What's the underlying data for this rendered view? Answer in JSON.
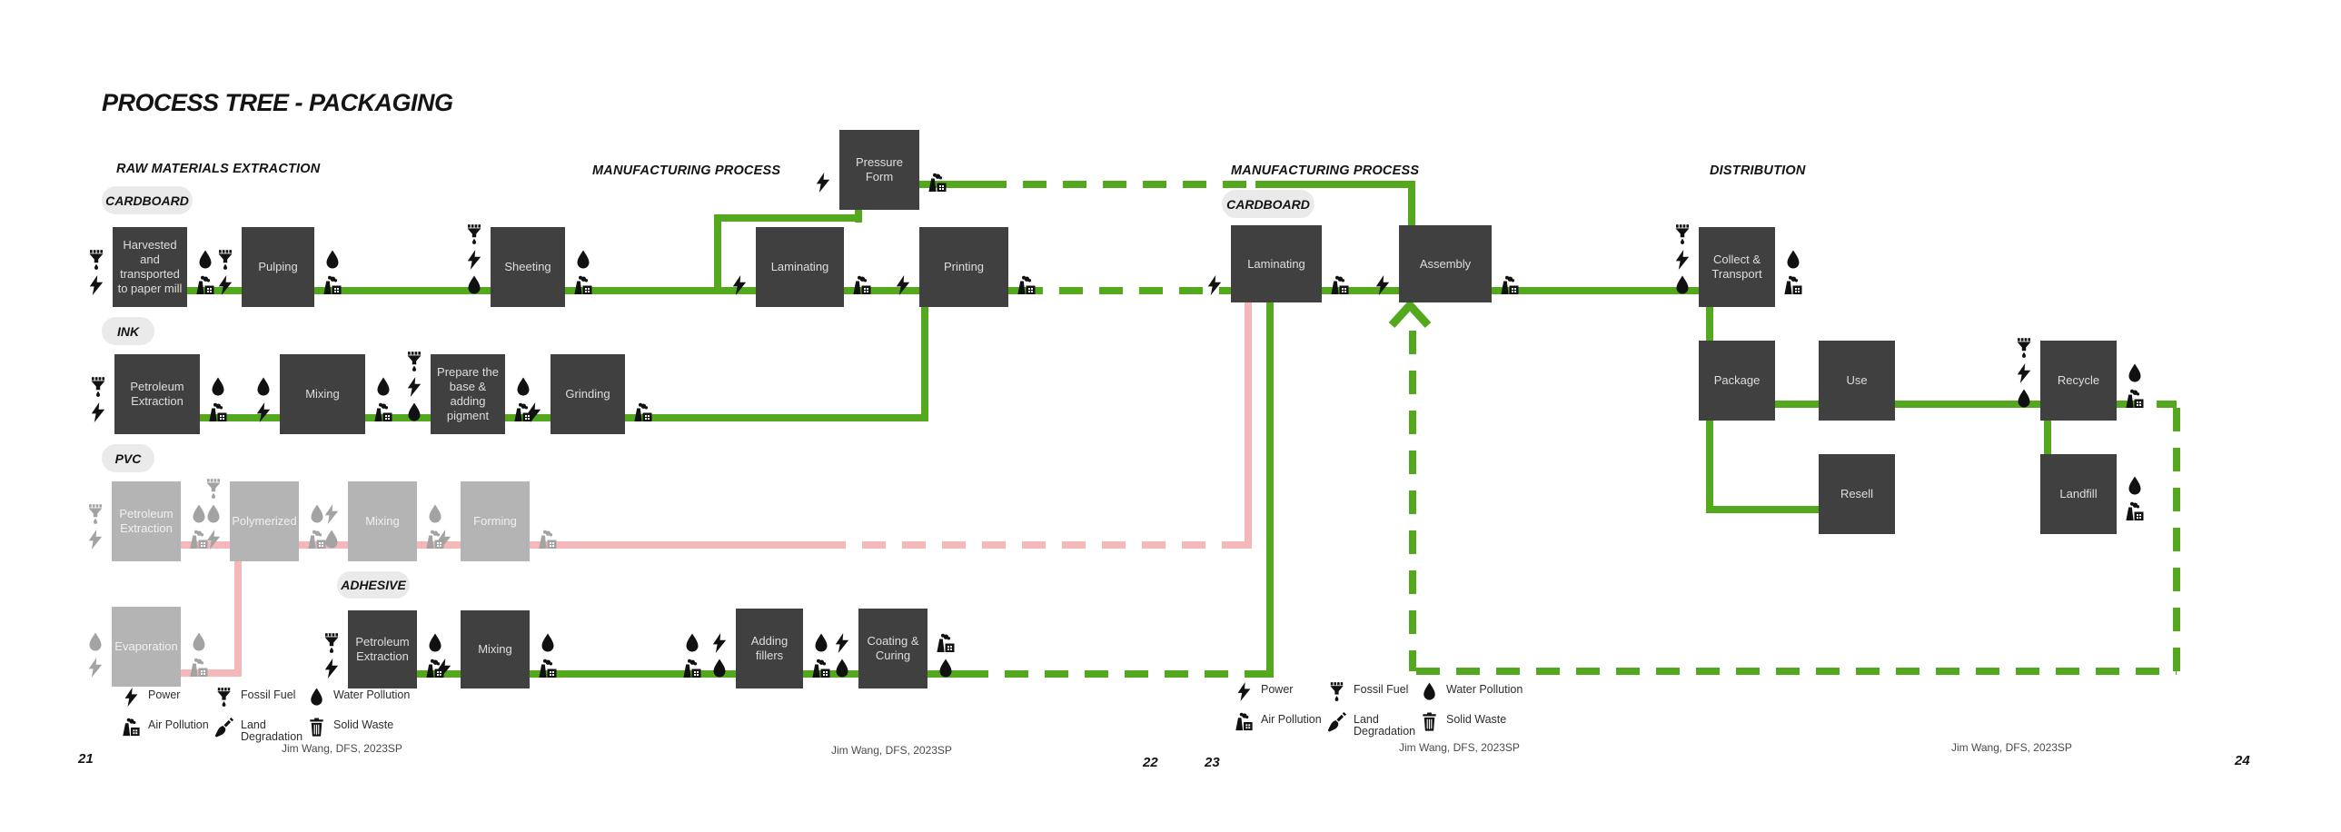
{
  "title": "PROCESS TREE - PACKAGING",
  "colors": {
    "flow_green": "#53a81e",
    "flow_pink": "#f5b8ba",
    "node_dark": "#404040",
    "node_inactive": "#b4b4b4",
    "pill_bg": "#eaeaea",
    "text_dark": "#141414"
  },
  "sections": [
    {
      "id": "raw-materials",
      "label": "RAW MATERIALS EXTRACTION"
    },
    {
      "id": "manufacturing-1",
      "label": "MANUFACTURING PROCESS"
    },
    {
      "id": "manufacturing-2",
      "label": "MANUFACTURING PROCESS"
    },
    {
      "id": "distribution",
      "label": "DISTRIBUTION"
    }
  ],
  "pills": [
    {
      "id": "cardboard-1",
      "label": "CARDBOARD"
    },
    {
      "id": "ink",
      "label": "INK"
    },
    {
      "id": "pvc",
      "label": "PVC"
    },
    {
      "id": "adhesive",
      "label": "ADHESIVE"
    },
    {
      "id": "cardboard-2",
      "label": "CARDBOARD"
    }
  ],
  "diagram": {
    "nodes": [
      {
        "id": "harvested",
        "label": "Harvested and transported to paper mill",
        "group": "cardboard",
        "state": "active",
        "inputs": [
          "fossil-fuel",
          "power"
        ],
        "outputs": [
          "water-pollution",
          "air-pollution"
        ]
      },
      {
        "id": "pulping",
        "label": "Pulping",
        "group": "cardboard",
        "state": "active",
        "inputs": [
          "fossil-fuel",
          "power"
        ],
        "outputs": [
          "water-pollution",
          "air-pollution"
        ]
      },
      {
        "id": "sheeting",
        "label": "Sheeting",
        "group": "cardboard",
        "state": "active",
        "inputs": [
          "fossil-fuel",
          "power",
          "water-pollution"
        ],
        "outputs": [
          "water-pollution",
          "air-pollution"
        ]
      },
      {
        "id": "pressure-form",
        "label": "Pressure Form",
        "group": "cardboard",
        "state": "active",
        "inputs": [
          "power"
        ],
        "outputs": [
          "air-pollution"
        ]
      },
      {
        "id": "laminating-1",
        "label": "Laminating",
        "group": "cardboard",
        "state": "active",
        "inputs": [
          "power"
        ],
        "outputs": [
          "air-pollution"
        ]
      },
      {
        "id": "printing",
        "label": "Printing",
        "group": "cardboard",
        "state": "active",
        "inputs": [
          "power"
        ],
        "outputs": [
          "air-pollution"
        ]
      },
      {
        "id": "ink-petroleum",
        "label": "Petroleum Extraction",
        "group": "ink",
        "state": "active",
        "inputs": [
          "fossil-fuel",
          "power"
        ],
        "outputs": [
          "water-pollution",
          "air-pollution"
        ]
      },
      {
        "id": "ink-mixing",
        "label": "Mixing",
        "group": "ink",
        "state": "active",
        "inputs": [
          "water-pollution",
          "power"
        ],
        "outputs": [
          "water-pollution",
          "air-pollution"
        ]
      },
      {
        "id": "ink-prepare",
        "label": "Prepare the base & adding pigment",
        "group": "ink",
        "state": "active",
        "inputs": [
          "fossil-fuel",
          "power",
          "water-pollution"
        ],
        "outputs": [
          "water-pollution",
          "air-pollution"
        ]
      },
      {
        "id": "ink-grinding",
        "label": "Grinding",
        "group": "ink",
        "state": "active",
        "inputs": [
          "power"
        ],
        "outputs": [
          "air-pollution"
        ]
      },
      {
        "id": "pvc-petroleum",
        "label": "Petroleum Extraction",
        "group": "pvc",
        "state": "inactive",
        "inputs": [
          "fossil-fuel",
          "power"
        ],
        "outputs": [
          "water-pollution",
          "air-pollution"
        ]
      },
      {
        "id": "pvc-polymerized",
        "label": "Polymerized",
        "group": "pvc",
        "state": "inactive",
        "inputs": [
          "fossil-fuel",
          "water-pollution",
          "power"
        ],
        "outputs": [
          "water-pollution",
          "air-pollution"
        ]
      },
      {
        "id": "pvc-mixing",
        "label": "Mixing",
        "group": "pvc",
        "state": "inactive",
        "inputs": [
          "power",
          "water-pollution"
        ],
        "outputs": [
          "water-pollution",
          "air-pollution"
        ]
      },
      {
        "id": "pvc-forming",
        "label": "Forming",
        "group": "pvc",
        "state": "inactive",
        "inputs": [
          "power"
        ],
        "outputs": [
          "air-pollution"
        ]
      },
      {
        "id": "pvc-evaporation",
        "label": "Evaporation",
        "group": "pvc",
        "state": "inactive",
        "inputs": [
          "water-pollution",
          "power"
        ],
        "outputs": [
          "water-pollution",
          "air-pollution"
        ]
      },
      {
        "id": "adh-petroleum",
        "label": "Petroleum Extraction",
        "group": "adhesive",
        "state": "active",
        "inputs": [
          "fossil-fuel",
          "power"
        ],
        "outputs": [
          "water-pollution",
          "air-pollution"
        ]
      },
      {
        "id": "adh-mixing",
        "label": "Mixing",
        "group": "adhesive",
        "state": "active",
        "inputs": [
          "power"
        ],
        "outputs": [
          "water-pollution",
          "air-pollution"
        ]
      },
      {
        "id": "adding-fillers",
        "label": "Adding fillers",
        "group": "adhesive",
        "state": "active",
        "inputs": [
          "water-pollution",
          "air-pollution",
          "power",
          "water-pollution"
        ],
        "outputs": [
          "water-pollution",
          "air-pollution"
        ]
      },
      {
        "id": "coating-curing",
        "label": "Coating & Curing",
        "group": "adhesive",
        "state": "active",
        "inputs": [
          "power",
          "water-pollution"
        ],
        "outputs": [
          "air-pollution",
          "water-pollution"
        ]
      },
      {
        "id": "laminating-2",
        "label": "Laminating",
        "group": "manufacturing-2",
        "state": "active",
        "inputs": [
          "power"
        ],
        "outputs": [
          "air-pollution"
        ]
      },
      {
        "id": "assembly",
        "label": "Assembly",
        "group": "manufacturing-2",
        "state": "active",
        "inputs": [
          "power"
        ],
        "outputs": [
          "air-pollution"
        ]
      },
      {
        "id": "collect-transport",
        "label": "Collect & Transport",
        "group": "distribution",
        "state": "active",
        "inputs": [
          "fossil-fuel",
          "power",
          "water-pollution"
        ],
        "outputs": [
          "water-pollution",
          "air-pollution"
        ]
      },
      {
        "id": "package",
        "label": "Package",
        "group": "distribution",
        "state": "active",
        "inputs": [],
        "outputs": []
      },
      {
        "id": "use",
        "label": "Use",
        "group": "distribution",
        "state": "active",
        "inputs": [],
        "outputs": []
      },
      {
        "id": "recycle",
        "label": "Recycle",
        "group": "distribution",
        "state": "active",
        "inputs": [
          "fossil-fuel",
          "power",
          "water-pollution"
        ],
        "outputs": [
          "water-pollution",
          "air-pollution"
        ]
      },
      {
        "id": "resell",
        "label": "Resell",
        "group": "distribution",
        "state": "active",
        "inputs": [],
        "outputs": []
      },
      {
        "id": "landfill",
        "label": "Landfill",
        "group": "distribution",
        "state": "active",
        "inputs": [],
        "outputs": [
          "water-pollution",
          "air-pollution"
        ]
      }
    ]
  },
  "legend": {
    "items": [
      {
        "icon": "power",
        "label": "Power"
      },
      {
        "icon": "air-pollution",
        "label": "Air Pollution"
      },
      {
        "icon": "fossil-fuel",
        "label": "Fossil Fuel"
      },
      {
        "icon": "land-degradation",
        "label": "Land Degradation"
      },
      {
        "icon": "water-pollution",
        "label": "Water Pollution"
      },
      {
        "icon": "solid-waste",
        "label": "Solid Waste"
      }
    ]
  },
  "footer": {
    "credits": [
      {
        "text": "Jim Wang, DFS, 2023SP"
      },
      {
        "text": "Jim Wang, DFS, 2023SP"
      },
      {
        "text": "Jim Wang, DFS, 2023SP"
      },
      {
        "text": "Jim Wang, DFS, 2023SP"
      }
    ],
    "page_numbers": [
      "21",
      "22",
      "23",
      "24"
    ]
  }
}
